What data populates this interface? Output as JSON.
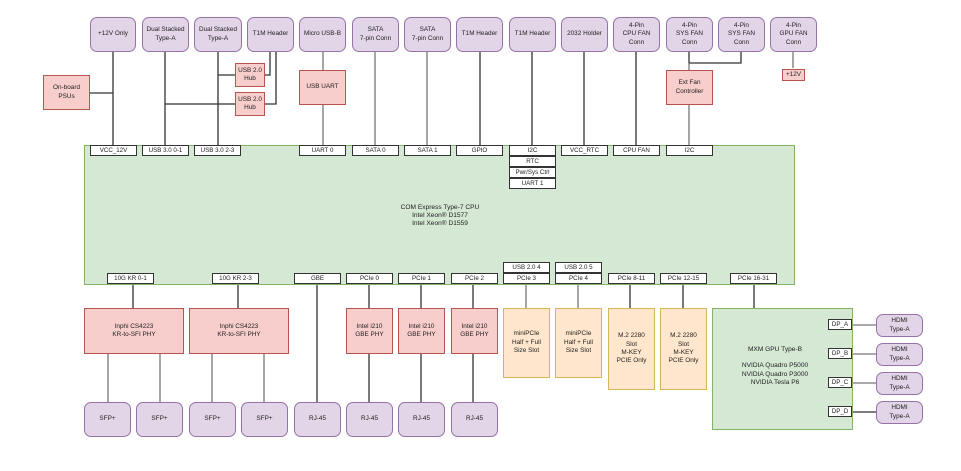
{
  "diagram": {
    "top_connectors": [
      {
        "label": "+12V Only"
      },
      {
        "label": "Dual Stacked\nType-A"
      },
      {
        "label": "Dual Stacked\nType-A"
      },
      {
        "label": "T1M Header"
      },
      {
        "label": "Micro USB-B"
      },
      {
        "label": "SATA\n7-pin Conn"
      },
      {
        "label": "SATA\n7-pin Conn"
      },
      {
        "label": "T1M Header"
      },
      {
        "label": "T1M Header"
      },
      {
        "label": "2032 Holder"
      },
      {
        "label": "4-Pin\nCPU FAN\nConn"
      },
      {
        "label": "4-Pin\nSYS FAN\nConn"
      },
      {
        "label": "4-Pin\nSYS FAN\nConn"
      },
      {
        "label": "4-Pin\nGPU FAN\nConn"
      }
    ],
    "top_chips": {
      "psu": "On-board\nPSUs",
      "hub1": "USB 2.0\nHub",
      "hub2": "USB 2.0\nHub",
      "usb_uart": "USB UART",
      "fan_ctrl": "Ext Fan\nController",
      "gpu_fan_power": "+12V"
    },
    "cpu": {
      "title": "COM Express Type-7 CPU",
      "line2": "Intel Xeon® D1577",
      "line3": "Intel Xeon® D1559",
      "top_ports": [
        "VCC_12V",
        "USB 3.0 0-1",
        "USB 3.0 2-3",
        "UART 0",
        "SATA 0",
        "SATA 1",
        "GPIO",
        "I2C",
        "VCC_RTC",
        "CPU FAN",
        "I2C"
      ],
      "i2c_stack": [
        "RTC",
        "Pwr/Sys Ctrl",
        "UART 1"
      ],
      "bottom_ports": [
        "10G KR 0-1",
        "10G KR 2-3",
        "GBE",
        "PCIe 0",
        "PCIe 1",
        "PCIe 2",
        "PCIe 3",
        "PCIe 4",
        "PCIe 8-11",
        "PCIe 12-15",
        "PCIe 16-31"
      ],
      "usb_extra": [
        "USB 2.0 4",
        "USB 2.0 5"
      ]
    },
    "bottom_chips": {
      "phy1": "Inphi CS4223\nKR-to-SFI PHY",
      "phy2": "Inphi CS4223\nKR-to-SFI PHY",
      "i210_0": "Intel i210\nGBE PHY",
      "i210_1": "Intel i210\nGBE PHY",
      "i210_2": "Intel i210\nGBE PHY"
    },
    "slots": [
      {
        "label": "miniPCIe\nHalf + Full\nSize Slot"
      },
      {
        "label": "miniPCIe\nHalf + Full\nSize Slot"
      },
      {
        "label": "M.2 2280\nSlot\nM-KEY\nPCIE Only"
      },
      {
        "label": "M.2 2280\nSlot\nM-KEY\nPCIE Only"
      }
    ],
    "gpu": {
      "title": "MXM GPU Type-B",
      "models": [
        "NVIDIA Quadro P5000",
        "NVIDIA Quadro P3000",
        "NVIDIA Tesla P6"
      ],
      "ports": [
        "DP_A",
        "DP_B",
        "DP_C",
        "DP_D"
      ],
      "outputs": [
        "HDMI\nType-A",
        "HDMI\nType-A",
        "HDMI\nType-A",
        "HDMI\nType-A"
      ]
    },
    "bottom_connectors": [
      "SFP+",
      "SFP+",
      "SFP+",
      "SFP+",
      "RJ-45",
      "RJ-45",
      "RJ-45",
      "RJ-45"
    ]
  }
}
